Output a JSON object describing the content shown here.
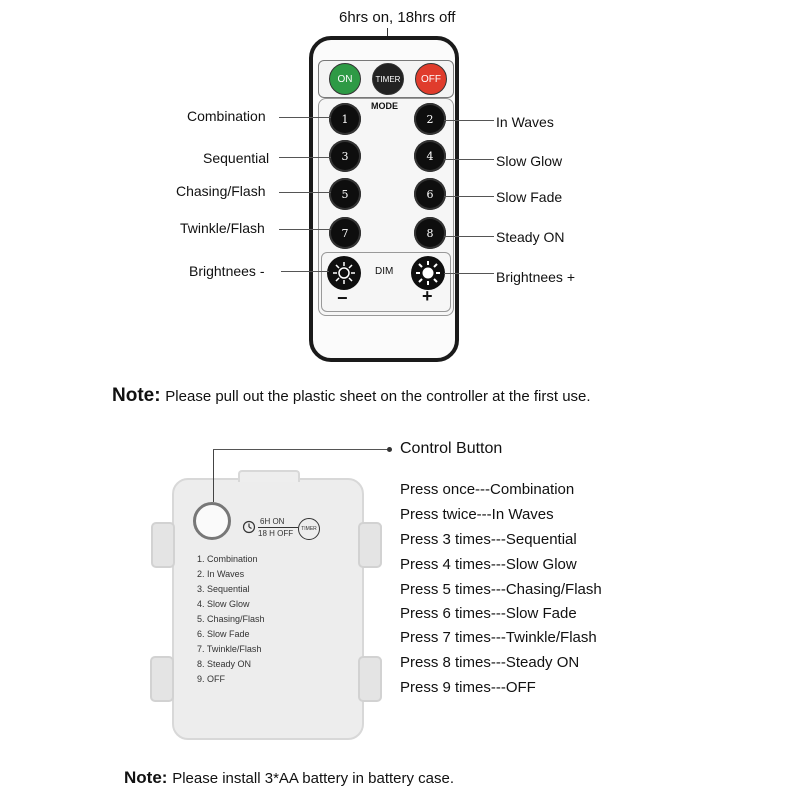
{
  "remote": {
    "timer_caption": "6hrs on, 18hrs off",
    "on_label": "ON",
    "timer_label": "TIMER",
    "off_label": "OFF",
    "mode_label": "MODE",
    "dim_label": "DIM",
    "minus_label": "−",
    "plus_label": "+",
    "left_modes": [
      {
        "num": "1",
        "label": "Combination"
      },
      {
        "num": "3",
        "label": "Sequential"
      },
      {
        "num": "5",
        "label": "Chasing/Flash"
      },
      {
        "num": "7",
        "label": "Twinkle/Flash"
      }
    ],
    "right_modes": [
      {
        "num": "2",
        "label": "In Waves"
      },
      {
        "num": "4",
        "label": "Slow Glow"
      },
      {
        "num": "6",
        "label": "Slow Fade"
      },
      {
        "num": "8",
        "label": "Steady ON"
      }
    ],
    "brightness_minus": "Brightnees -",
    "brightness_plus": "Brightnees +",
    "colors": {
      "on": "#2e9a45",
      "off": "#e03c2c",
      "timer": "#222222"
    }
  },
  "note1": {
    "prefix": "Note:",
    "text": "Please pull out the plastic sheet on the controller at the first use."
  },
  "battery_box": {
    "control_label": "Control Button",
    "timer_text_top": "6H ON",
    "timer_text_bottom": "18 H OFF",
    "timer_badge": "TIMER",
    "modes": [
      "1. Combination",
      "2. In Waves",
      "3. Sequential",
      "4. Slow Glow",
      "5. Chasing/Flash",
      "6. Slow Fade",
      "7. Twinkle/Flash",
      "8. Steady ON",
      "9. OFF"
    ]
  },
  "press_list": [
    "Press once---Combination",
    "Press twice---In Waves",
    "Press 3 times---Sequential",
    "Press 4 times---Slow Glow",
    "Press 5 times---Chasing/Flash",
    "Press 6 times---Slow Fade",
    "Press 7 times---Twinkle/Flash",
    "Press 8 times---Steady ON",
    "Press 9 times---OFF"
  ],
  "note2": {
    "prefix": "Note:",
    "text": "Please install 3*AA battery in battery case."
  }
}
